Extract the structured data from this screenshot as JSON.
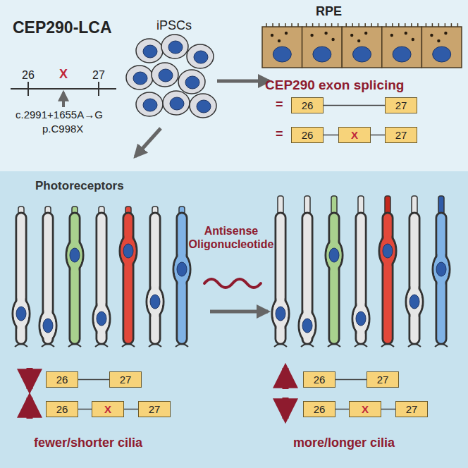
{
  "diagram": {
    "nodes": [
      {
        "text": [
          "26"
        ]
      },
      {
        "text": [
          "27"
        ]
      },
      {
        "text": [
          "26"
        ]
      },
      {
        "text": [
          "X"
        ]
      },
      {
        "text": [
          "27"
        ]
      },
      {
        "text": [
          "26"
        ]
      },
      {
        "text": [
          "27"
        ]
      },
      {
        "text": [
          "26"
        ]
      },
      {
        "text": [
          "X"
        ]
      },
      {
        "text": [
          "27"
        ]
      },
      {
        "text": [
          "26"
        ]
      },
      {
        "text": [
          "27"
        ]
      },
      {
        "text": [
          "26"
        ]
      },
      {
        "text": [
          "X"
        ]
      },
      {
        "text": [
          "27"
        ]
      }
    ],
    "edges": [
      {
        "from": 0,
        "to": 1,
        "arrow": "none"
      },
      {
        "from": 2,
        "to": 3,
        "arrow": "none"
      },
      {
        "from": 3,
        "to": 4,
        "arrow": "none"
      },
      {
        "from": 5,
        "to": 6,
        "arrow": "none"
      },
      {
        "from": 7,
        "to": 8,
        "arrow": "none"
      },
      {
        "from": 8,
        "to": 9,
        "arrow": "none"
      },
      {
        "from": 10,
        "to": 11,
        "arrow": "none"
      },
      {
        "from": 12,
        "to": 13,
        "arrow": "none"
      },
      {
        "from": 13,
        "to": 14,
        "arrow": "none"
      }
    ],
    "labels": [
      "CEP290-LCA",
      "26",
      "27",
      "X",
      "c.2991+1655A→G",
      "p.C998X",
      "iPSCs",
      "RPE",
      "CEP290 exon splicing",
      "=",
      "=",
      "Photoreceptors",
      "Antisense Oligonucleotide",
      "fewer/shorter cilia",
      "more/longer cilia"
    ]
  }
}
